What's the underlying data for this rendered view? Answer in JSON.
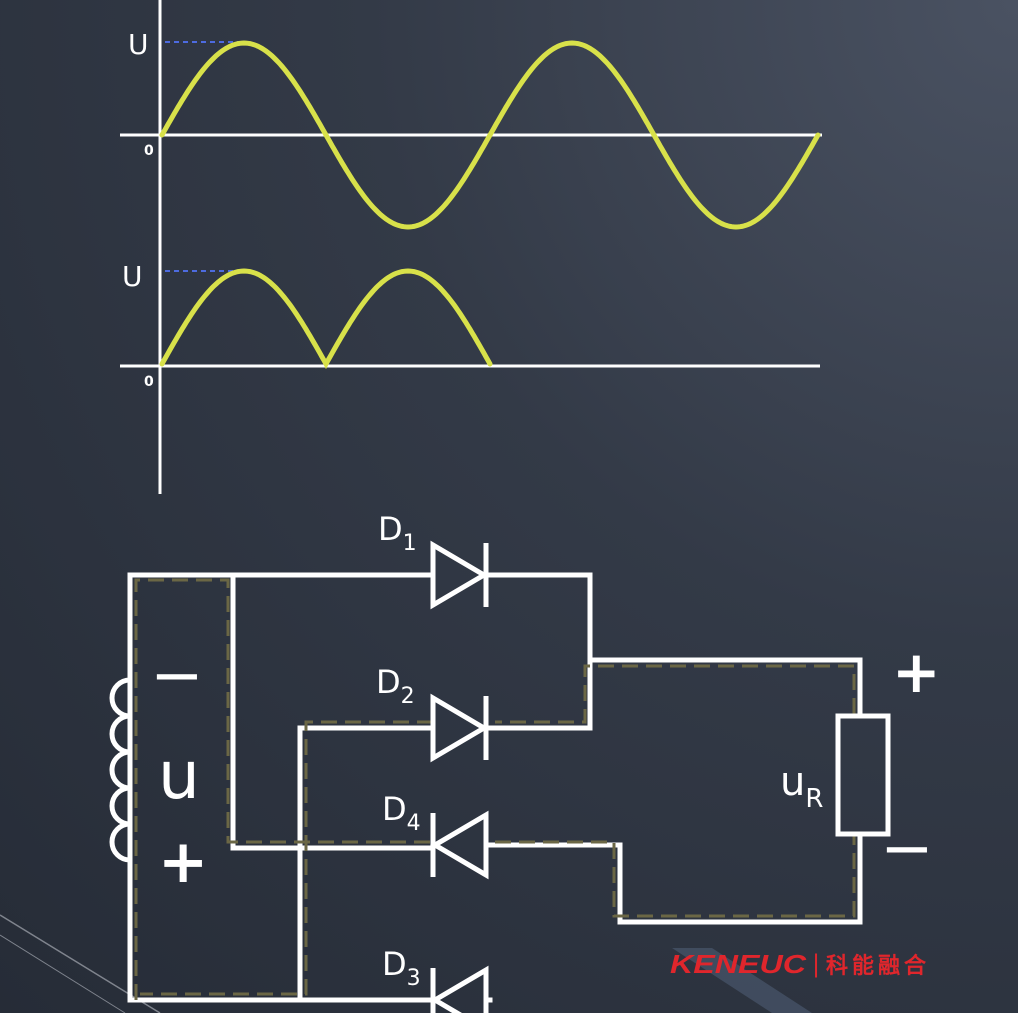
{
  "waveforms": {
    "top": {
      "peak_label": "U",
      "origin_label": "0",
      "type": "sine",
      "cycles": 2
    },
    "bottom": {
      "peak_label": "U",
      "origin_label": "0",
      "type": "full-wave-rectified",
      "half_cycles": 2
    }
  },
  "circuit": {
    "diodes": [
      {
        "id": "D1",
        "letter": "D",
        "sub": "1"
      },
      {
        "id": "D2",
        "letter": "D",
        "sub": "2"
      },
      {
        "id": "D4",
        "letter": "D",
        "sub": "4"
      },
      {
        "id": "D3",
        "letter": "D",
        "sub": "3"
      }
    ],
    "source": {
      "label": "u",
      "top_polarity": "−",
      "bottom_polarity": "+"
    },
    "load": {
      "label_main": "u",
      "label_sub": "R",
      "top_polarity": "+",
      "bottom_polarity": "−"
    }
  },
  "logo": {
    "text": "KENEUC",
    "separator": "|",
    "cn": "科能融合",
    "color": "#e0262c"
  },
  "colors": {
    "wave": "#d8e14a",
    "reference": "#4d6be0",
    "current_path": "#6b6745",
    "wire": "#ffffff"
  }
}
